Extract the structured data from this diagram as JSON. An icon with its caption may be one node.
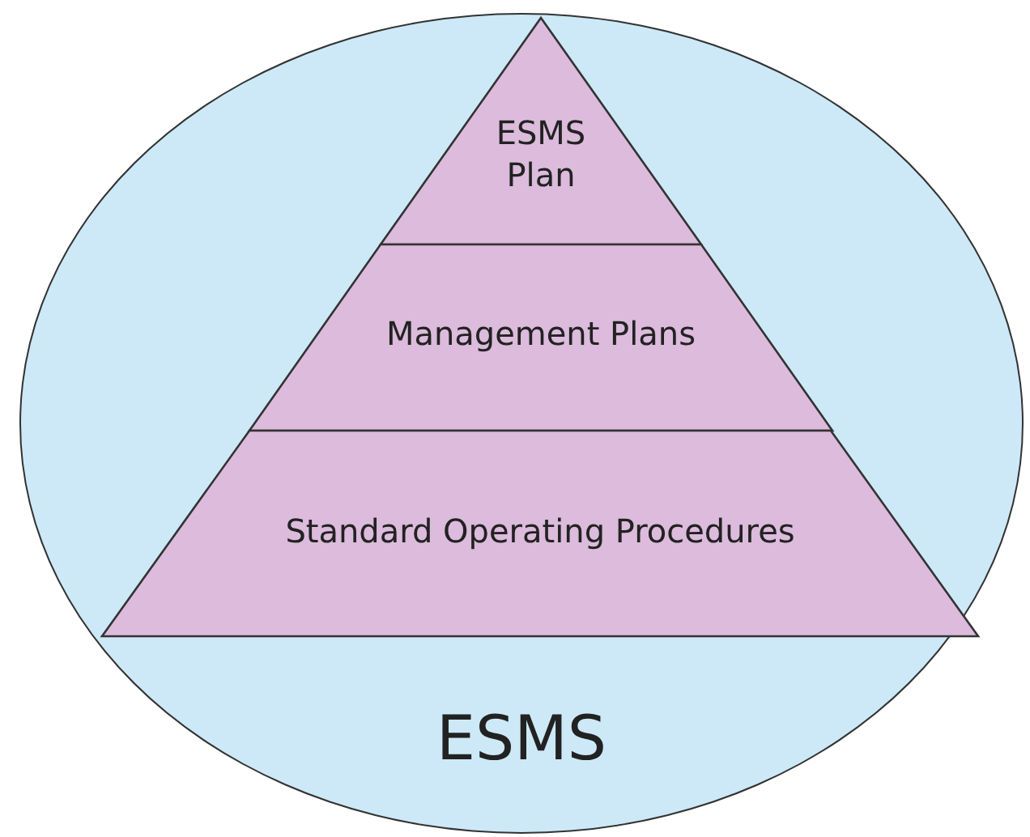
{
  "diagram": {
    "nodes": [
      {
        "text": [
          "ESMS"
        ]
      },
      {
        "text": [
          "ESMS Plan"
        ],
        "in": 0
      },
      {
        "text": [
          "Management Plans"
        ],
        "in": 0
      },
      {
        "text": [
          "Standard Operating Procedures"
        ],
        "in": 0
      }
    ]
  }
}
